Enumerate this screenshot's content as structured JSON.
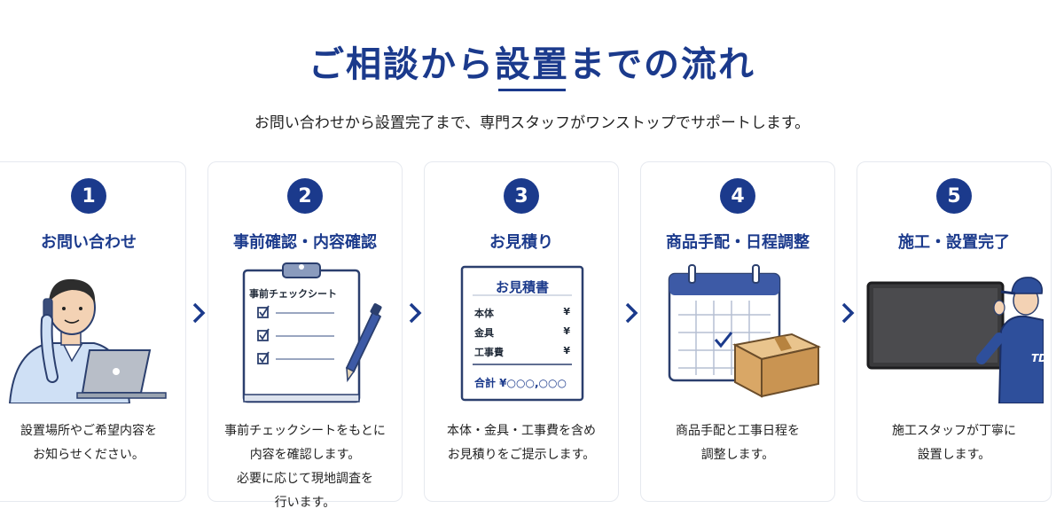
{
  "page": {
    "title": "ご相談から設置までの流れ",
    "subtitle": "お問い合わせから設置完了まで、専門スタッフがワンストップでサポートします。"
  },
  "colors": {
    "accent": "#1b3a8c",
    "border": "#e6e9ef"
  },
  "steps": [
    {
      "number": "1",
      "title": "お問い合わせ",
      "icon": "phone-call-laptop-icon",
      "desc": [
        "設置場所やご希望内容を",
        "お知らせください。"
      ]
    },
    {
      "number": "2",
      "title": "事前確認・内容確認",
      "icon": "clipboard-checklist-icon",
      "sheet_title": "事前チェックシート",
      "desc": [
        "事前チェックシートをもとに",
        "内容を確認します。",
        "必要に応じて現地調査を",
        "行います。"
      ]
    },
    {
      "number": "3",
      "title": "お見積り",
      "icon": "estimate-document-icon",
      "doc": {
        "title": "お見積書",
        "rows": [
          "本体",
          "金具",
          "工事費"
        ],
        "yen": "¥",
        "total": "合計 ¥○○○,○○○"
      },
      "desc": [
        "本体・金具・工事費を含め",
        "お見積りをご提示します。"
      ]
    },
    {
      "number": "4",
      "title": "商品手配・日程調整",
      "icon": "calendar-box-icon",
      "desc": [
        "商品手配と工事日程を",
        "調整します。"
      ]
    },
    {
      "number": "5",
      "title": "施工・設置完了",
      "icon": "installer-display-icon",
      "badge": "TD",
      "desc": [
        "施工スタッフが丁寧に",
        "設置します。"
      ]
    }
  ]
}
